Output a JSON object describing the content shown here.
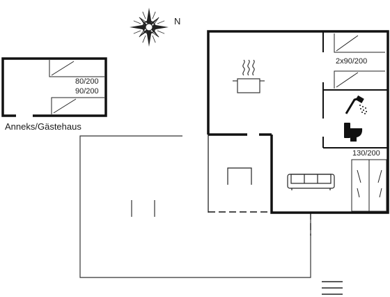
{
  "compass": {
    "north_label": "N",
    "icon": "compass-rose-icon"
  },
  "annex": {
    "caption": "Anneks/Gästehaus",
    "bed_label_1": "80/200",
    "bed_label_2": "90/200"
  },
  "main_house": {
    "bedroom_bed_label": "2x90/200",
    "double_bed_label": "130/200",
    "kitchen_icon": "cooking-pot-icon",
    "shower_icon": "shower-icon",
    "toilet_icon": "toilet-icon",
    "sofa_icon": "sofa-icon",
    "table_icon": "table-icon",
    "entrance_icon": "entrance-steps-icon"
  }
}
